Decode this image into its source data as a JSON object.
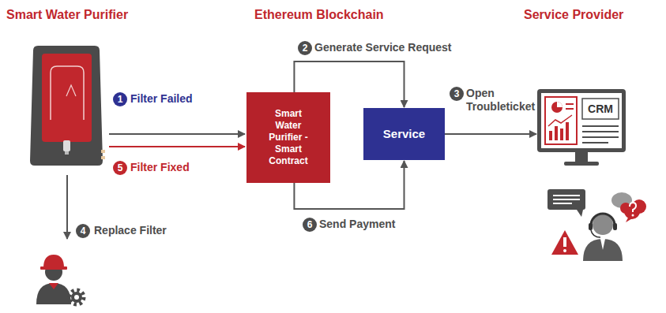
{
  "diagram": {
    "nodes": [
      {
        "text": [
          "Smart Water Purifier"
        ]
      },
      {
        "text": [
          "Smart Water Purifier - Smart Contract"
        ]
      },
      {
        "text": [
          "Service"
        ]
      },
      {
        "text": [
          "CRM"
        ]
      }
    ],
    "edges": [
      {
        "from": 0,
        "to": 1,
        "arrow": "to",
        "label": "Filter Failed"
      },
      {
        "from": 0,
        "to": 1,
        "arrow": "to",
        "label": "Filter Fixed"
      },
      {
        "from": 1,
        "to": 2,
        "arrow": "to",
        "label": "Generate Service Request"
      },
      {
        "from": 2,
        "to": 3,
        "arrow": "to",
        "label": "Open Troubleticket"
      },
      {
        "from": 1,
        "to": 2,
        "arrow": "to",
        "label": "Send Payment"
      }
    ],
    "labels": [
      "Ethereum Blockchain",
      "Service Provider",
      "1",
      "2",
      "3",
      "4",
      "Replace Filter",
      "5",
      "6"
    ]
  }
}
